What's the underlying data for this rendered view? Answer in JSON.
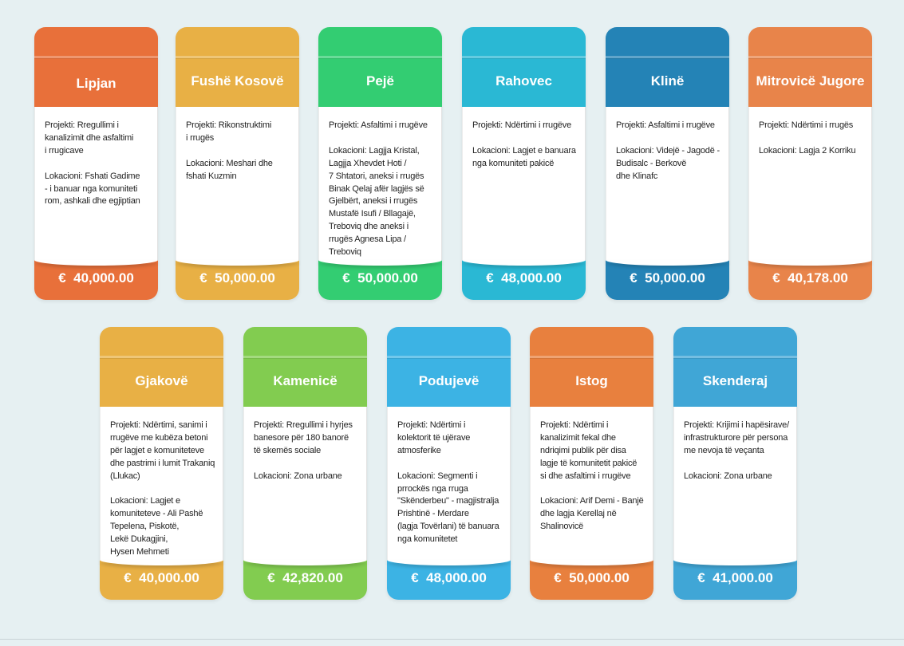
{
  "currency_symbol": "€",
  "cards": [
    {
      "name": "Lipjan",
      "color": "#e8703a",
      "project": "Projekti: Rregullimi i\nkanalizimit dhe asfaltimi\ni rrugicave",
      "location": "Lokacioni: Fshati Gadime\n- i banuar nga komuniteti\nrom, ashkali dhe egjiptian",
      "amount": "40,000.00"
    },
    {
      "name": "Fushë Kosovë",
      "color": "#e8b045",
      "project": "Projekti: Rikonstruktimi\ni rrugës",
      "location": "Lokacioni: Meshari dhe\nfshati Kuzmin",
      "amount": "50,000.00"
    },
    {
      "name": "Pejë",
      "color": "#33cd72",
      "project": "Projekti: Asfaltimi i rrugëve",
      "location": "Lokacioni: Lagjja Kristal,\nLagjja Xhevdet Hoti /\n7 Shtatori, aneksi i rrugës\nBinak Qelaj afër lagjës së\nGjelbërt, aneksi i rrugës\nMustafë Isufi / Bllagajë,\nTreboviq dhe aneksi i\nrrugës Agnesa Lipa /\nTreboviq",
      "amount": "50,000.00"
    },
    {
      "name": "Rahovec",
      "color": "#2ab8d4",
      "project": "Projekti: Ndërtimi i rrugëve",
      "location": "Lokacioni: Lagjet e banuara\nnga komuniteti pakicë",
      "amount": "48,000.00"
    },
    {
      "name": "Klinë",
      "color": "#2483b6",
      "project": "Projekti: Asfaltimi i rrugëve",
      "location": "Lokacioni: Videjë - Jagodë -\nBudisalc - Berkovë\ndhe Klinafc",
      "amount": "50,000.00"
    },
    {
      "name": "Mitrovicë Jugore",
      "color": "#e8844a",
      "project": "Projekti: Ndërtimi i rrugës",
      "location": "Lokacioni: Lagja 2 Korriku",
      "amount": "40,178.00"
    },
    {
      "name": "Gjakovë",
      "color": "#e8b045",
      "project": "Projekti: Ndërtimi, sanimi i\nrrugëve me kubëza betoni\npër lagjet e komuniteteve\ndhe pastrimi i lumit Trakaniq\n(Llukac)",
      "location": "Lokacioni: Lagjet e\nkomuniteteve - Ali Pashë\nTepelena, Piskotë,\nLekë Dukagjini,\nHysen Mehmeti",
      "amount": "40,000.00"
    },
    {
      "name": "Kamenicë",
      "color": "#82cc50",
      "project": "Projekti: Rregullimi i hyrjes\nbanesore për 180 banorë\ntë skemës sociale",
      "location": " Lokacioni: Zona urbane",
      "amount": "42,820.00"
    },
    {
      "name": "Podujevë",
      "color": "#3cb3e4",
      "project": "Projekti: Ndërtimi i\nkolektorit të ujërave\natmosferike",
      "location": "Lokacioni: Segmenti i\nprrockës nga rruga\n\"Skënderbeu\" - magjistralja\nPrishtinë - Merdare\n(lagja Tovërlani) të banuara\nnga komunitetet",
      "amount": "48,000.00"
    },
    {
      "name": "Istog",
      "color": "#e8803e",
      "project": "Projekti: Ndërtimi i\nkanalizimit fekal dhe\nndriqimi publik për disa\nlagje të komunitetit pakicë\nsi dhe asfaltimi i rrugëve",
      "location": "Lokacioni: Arif Demi - Banjë\ndhe lagja Kerellaj në\nShalinovicë",
      "amount": "50,000.00"
    },
    {
      "name": "Skenderaj",
      "color": "#40a6d6",
      "project": "Projekti: Krijimi i hapësirave/\ninfrastrukturore për persona\nme nevoja të veçanta",
      "location": "Lokacioni: Zona urbane",
      "amount": "41,000.00"
    }
  ]
}
